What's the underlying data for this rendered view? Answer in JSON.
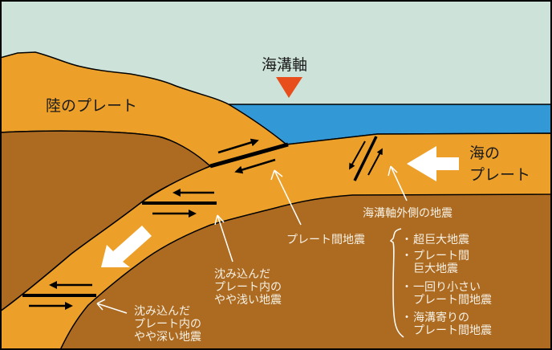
{
  "colors": {
    "sky": "#cde3d9",
    "ocean": "#3399d6",
    "plate": "#eca02a",
    "mantle": "#ad6b22",
    "trench_marker": "#e84e1b"
  },
  "labels": {
    "trench_axis": "海溝軸",
    "land_plate": "陸のプレート",
    "ocean_plate_1": "海の",
    "ocean_plate_2": "プレート",
    "outer_rise": "海溝軸外側の地震",
    "interplate": "プレート間地震",
    "shallow": [
      "沈み込んだ",
      "プレート内の",
      "やや浅い地震"
    ],
    "deep": [
      "沈み込んだ",
      "プレート内の",
      "やや深い地震"
    ],
    "list": [
      {
        "bullet": "・",
        "lines": [
          "超巨大地震"
        ]
      },
      {
        "bullet": "・",
        "lines": [
          "プレート間",
          "巨大地震"
        ]
      },
      {
        "bullet": "・",
        "lines": [
          "一回り小さい",
          "プレート間地震"
        ]
      },
      {
        "bullet": "・",
        "lines": [
          "海溝寄りの",
          "プレート間地震"
        ]
      }
    ]
  }
}
